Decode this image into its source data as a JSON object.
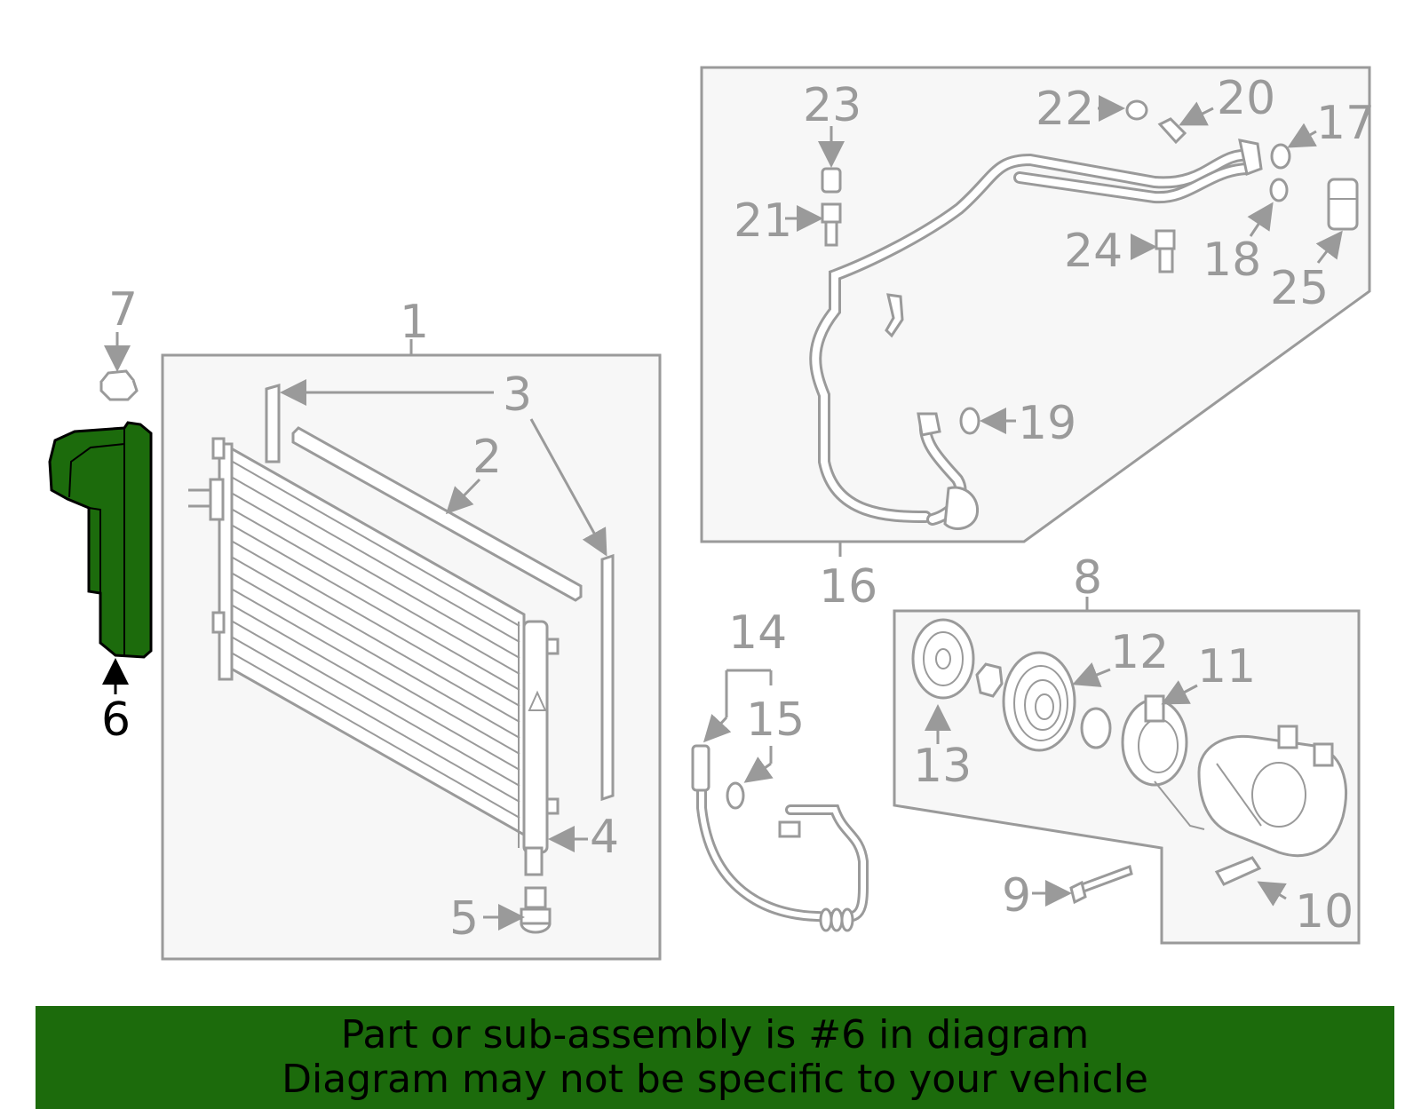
{
  "callouts": {
    "c1": "1",
    "c2": "2",
    "c3": "3",
    "c4": "4",
    "c5": "5",
    "c6": "6",
    "c7": "7",
    "c8": "8",
    "c9": "9",
    "c10": "10",
    "c11": "11",
    "c12": "12",
    "c13": "13",
    "c14": "14",
    "c15": "15",
    "c16": "16",
    "c17": "17",
    "c18": "18",
    "c19": "19",
    "c20": "20",
    "c21": "21",
    "c22": "22",
    "c23": "23",
    "c24": "24",
    "c25": "25"
  },
  "highlight_color": "#1c6b0c",
  "banner": {
    "line1": "Part or sub-assembly is #6 in diagram",
    "line2": "Diagram may not be specific to your vehicle"
  }
}
